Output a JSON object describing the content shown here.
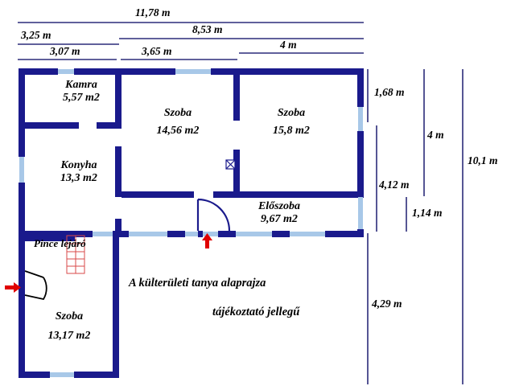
{
  "drawing": {
    "title_note_line1": "A külterületi tanya alaprajza",
    "title_note_line2": "tájékoztató jellegű",
    "colors": {
      "wall": "#1a1a8c",
      "window": "#a8c8e8",
      "dimension": "#2b2b7a",
      "stairs": "#d94a4a",
      "arrow": "#e00000",
      "text": "#000000"
    }
  },
  "dimensions": {
    "horizontal": [
      {
        "name": "overall-top",
        "label": "11,78 m"
      },
      {
        "name": "right-span",
        "label": "8,53 m"
      },
      {
        "name": "left-outer",
        "label": "3,25 m"
      },
      {
        "name": "left-inner",
        "label": "3,07 m"
      },
      {
        "name": "middle-room",
        "label": "3,65 m"
      },
      {
        "name": "right-room",
        "label": "4 m"
      }
    ],
    "vertical": [
      {
        "name": "upper-right",
        "label": "1,68 m"
      },
      {
        "name": "mid-right",
        "label": "4,12 m"
      },
      {
        "name": "room-depth",
        "label": "4 m"
      },
      {
        "name": "hall-depth",
        "label": "1,14 m"
      },
      {
        "name": "lower-block",
        "label": "4,29 m"
      },
      {
        "name": "overall-right",
        "label": "10,1 m"
      }
    ]
  },
  "rooms": [
    {
      "name": "kamra",
      "label": "Kamra",
      "area": "5,57 m2"
    },
    {
      "name": "konyha",
      "label": "Konyha",
      "area": "13,3 m2"
    },
    {
      "name": "szoba-1",
      "label": "Szoba",
      "area": "14,56 m2"
    },
    {
      "name": "szoba-2",
      "label": "Szoba",
      "area": "15,8 m2"
    },
    {
      "name": "eloszoba",
      "label": "Előszoba",
      "area": "9,67 m2"
    },
    {
      "name": "szoba-3",
      "label": "Szoba",
      "area": "13,17 m2"
    }
  ],
  "features": {
    "cellar_stair_line1": "Pince",
    "cellar_stair_line2": "lejáró",
    "entrance_arrow_left": "entrance-arrow-left",
    "entrance_arrow_main": "entrance-arrow-main",
    "chimney_symbol": "chimney-symbol"
  }
}
